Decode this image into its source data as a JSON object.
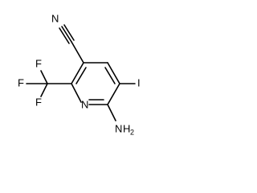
{
  "molecule": {
    "atoms": {
      "nitrile_n": "N",
      "iodine": "I",
      "fluorine_1": "F",
      "fluorine_2": "F",
      "fluorine_3": "F",
      "ring_n": "N",
      "amino_h": "H",
      "amino_h_subscript": "2",
      "amino_n": "N"
    }
  }
}
